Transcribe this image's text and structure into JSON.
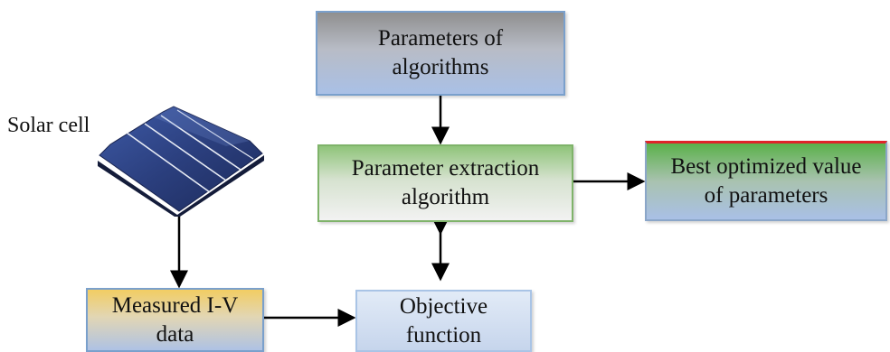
{
  "solar_cell": {
    "label": "Solar cell"
  },
  "boxes": {
    "parameters_of_algorithms": {
      "lines": [
        "Parameters of",
        "algorithms"
      ]
    },
    "parameter_extraction": {
      "lines": [
        "Parameter extraction",
        "algorithm"
      ]
    },
    "best_optimized": {
      "lines": [
        "Best optimized value",
        "of parameters"
      ]
    },
    "measured_iv": {
      "lines": [
        "Measured I-V",
        "data"
      ]
    },
    "objective_function": {
      "lines": [
        "Objective",
        "function"
      ]
    }
  },
  "colors": {
    "arrow": "#000000",
    "best_box_top_border": "#e0252a",
    "extraction_box_border": "#7fb36a",
    "box_border_blue": "#7aa0cc",
    "solar_cell_blue": "#2b3f7e"
  }
}
